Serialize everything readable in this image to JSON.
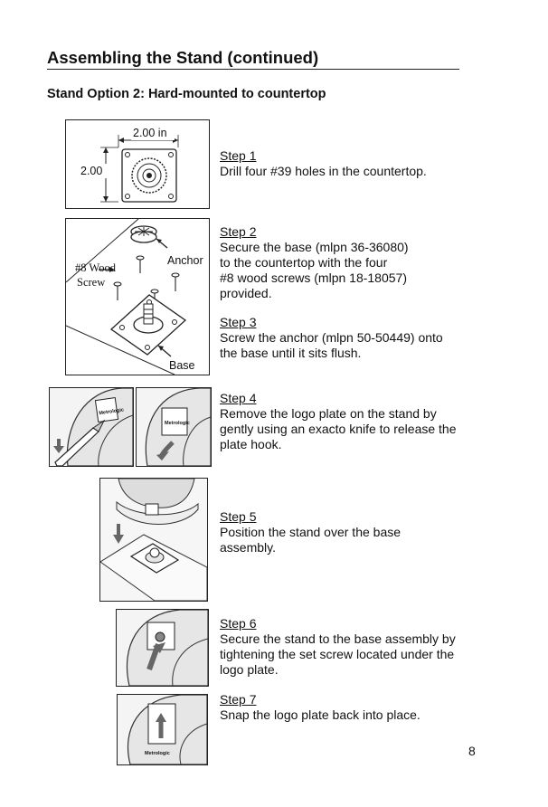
{
  "header": {
    "title": "Assembling the Stand (continued)",
    "subtitle": "Stand Option 2:  Hard-mounted to countertop"
  },
  "figures": {
    "fig1": {
      "dim_width": "2.00 in",
      "dim_height": "2.00"
    },
    "fig2": {
      "label_screw": "#8 Wood",
      "label_screw2": "Screw",
      "label_anchor": "Anchor",
      "label_base": "Base"
    },
    "logo_text": "Metrologic"
  },
  "steps": [
    {
      "heading": "Step 1",
      "body": "Drill four #39 holes in the countertop."
    },
    {
      "heading": "Step 2",
      "body": "Secure the base (mlpn 36-36080)\nto the countertop with the four\n#8 wood screws (mlpn 18-18057)\nprovided."
    },
    {
      "heading": "Step 3",
      "body": "Screw the anchor (mlpn 50-50449) onto\nthe base until it sits flush."
    },
    {
      "heading": "Step 4",
      "body": "Remove the logo plate on the stand by\ngently using an exacto knife to release the\nplate hook."
    },
    {
      "heading": "Step 5",
      "body": "Position the stand over the base\nassembly."
    },
    {
      "heading": "Step 6",
      "body": "Secure the stand to the base assembly by\ntightening the set screw located under the\nlogo plate."
    },
    {
      "heading": "Step 7",
      "body": "Snap the logo plate back into place."
    }
  ],
  "footer": {
    "page_number": "8"
  }
}
